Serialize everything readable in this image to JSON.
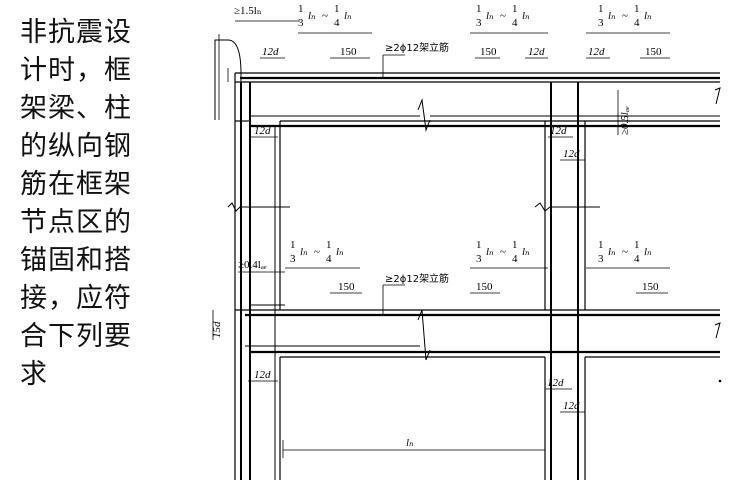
{
  "caption": {
    "lines": [
      "非抗震设",
      "计时，框",
      "架梁、柱",
      "的纵向钢",
      "筋在框架",
      "节点区的",
      "锚固和搭",
      "接，应符",
      "合下列要",
      "求"
    ]
  },
  "labels": {
    "top_anchor": "≥1.5lₙ",
    "frac_num": "1",
    "frac_den_3": "3",
    "frac_den_4": "4",
    "ln": "lₙ",
    "tilde": "~",
    "d12": "12d",
    "d15": "15d",
    "s150": "150",
    "erecting_bar": "≥2ϕ12架立筋",
    "half_lab": "≥0.5lₐₑ",
    "anchor_04": "≥0.4lₐₑ",
    "span_ln": "lₙ"
  }
}
